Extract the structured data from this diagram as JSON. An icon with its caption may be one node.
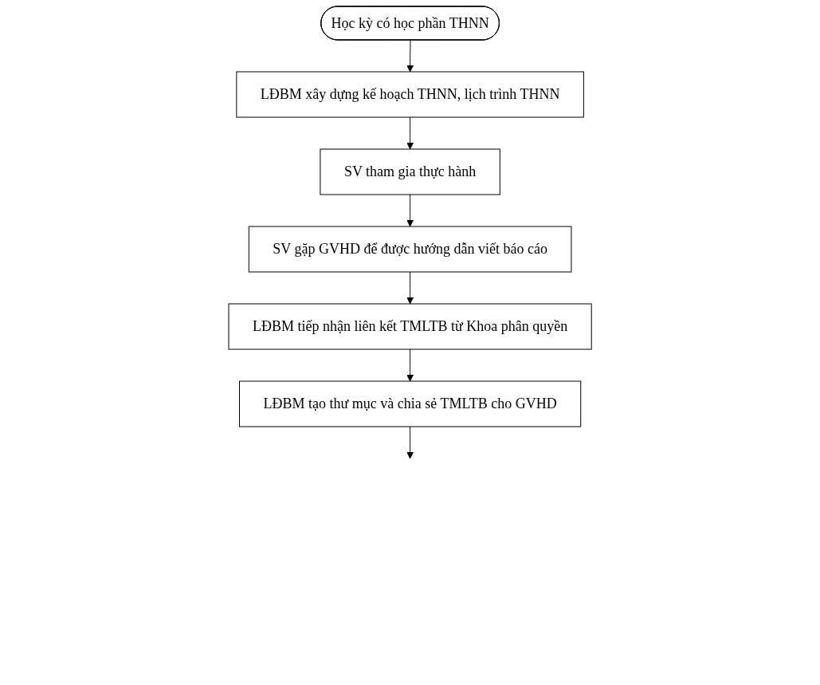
{
  "diagram": {
    "nodes": [
      {
        "text": [
          "Học kỳ có học phần THNN"
        ]
      },
      {
        "text": [
          "LĐBM xây dựng kế hoạch THNN, lịch trình THNN"
        ]
      },
      {
        "text": [
          "SV tham gia thực hành"
        ]
      },
      {
        "text": [
          "SV gặp GVHD để được hướng dẫn viết báo cáo"
        ]
      },
      {
        "text": [
          "LĐBM tiếp nhận liên kết TMLTB từ Khoa phân quyền"
        ]
      },
      {
        "text": [
          "LĐBM tạo thư mục và chia sẻ TMLTB cho GVHD"
        ]
      }
    ],
    "edges": [
      {
        "from": 0,
        "to": 1,
        "arrow": "to"
      },
      {
        "from": 1,
        "to": 2,
        "arrow": "to"
      },
      {
        "from": 2,
        "to": 3,
        "arrow": "to"
      },
      {
        "from": 3,
        "to": 4,
        "arrow": "to"
      },
      {
        "from": 4,
        "to": 5,
        "arrow": "to"
      },
      {
        "from": 5,
        "to": null,
        "arrow": "to"
      }
    ]
  }
}
